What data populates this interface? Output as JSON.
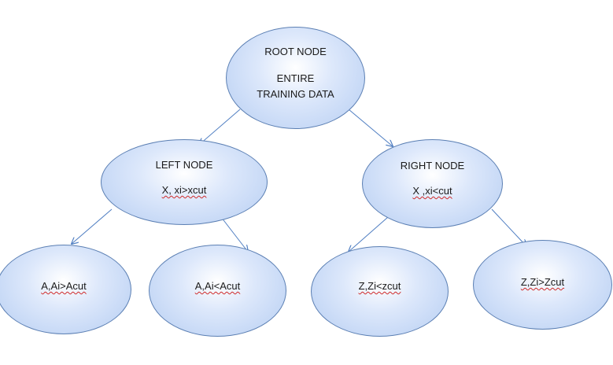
{
  "colors": {
    "node_border": "#5b7fb3",
    "node_fill_light": "#ffffff",
    "node_fill_dark": "#b5cdf2",
    "edge": "#4f7ec2",
    "text": "#1a1a1a",
    "spell_underline": "#d02a2a"
  },
  "nodes": {
    "root": {
      "line1": "ROOT NODE",
      "line2": "ENTIRE",
      "line3": "TRAINING DATA"
    },
    "left": {
      "line1": "LEFT NODE",
      "line2": "X, xi>xcut"
    },
    "right": {
      "line1": "RIGHT NODE",
      "line2": "X ,xi<cut"
    },
    "leaf1": {
      "label": "A,Ai>Acut"
    },
    "leaf2": {
      "label": "A,Ai<Acut"
    },
    "leaf3": {
      "label": "Z,Zi<zcut"
    },
    "leaf4": {
      "label": "Z,Zi>Zcut"
    }
  }
}
